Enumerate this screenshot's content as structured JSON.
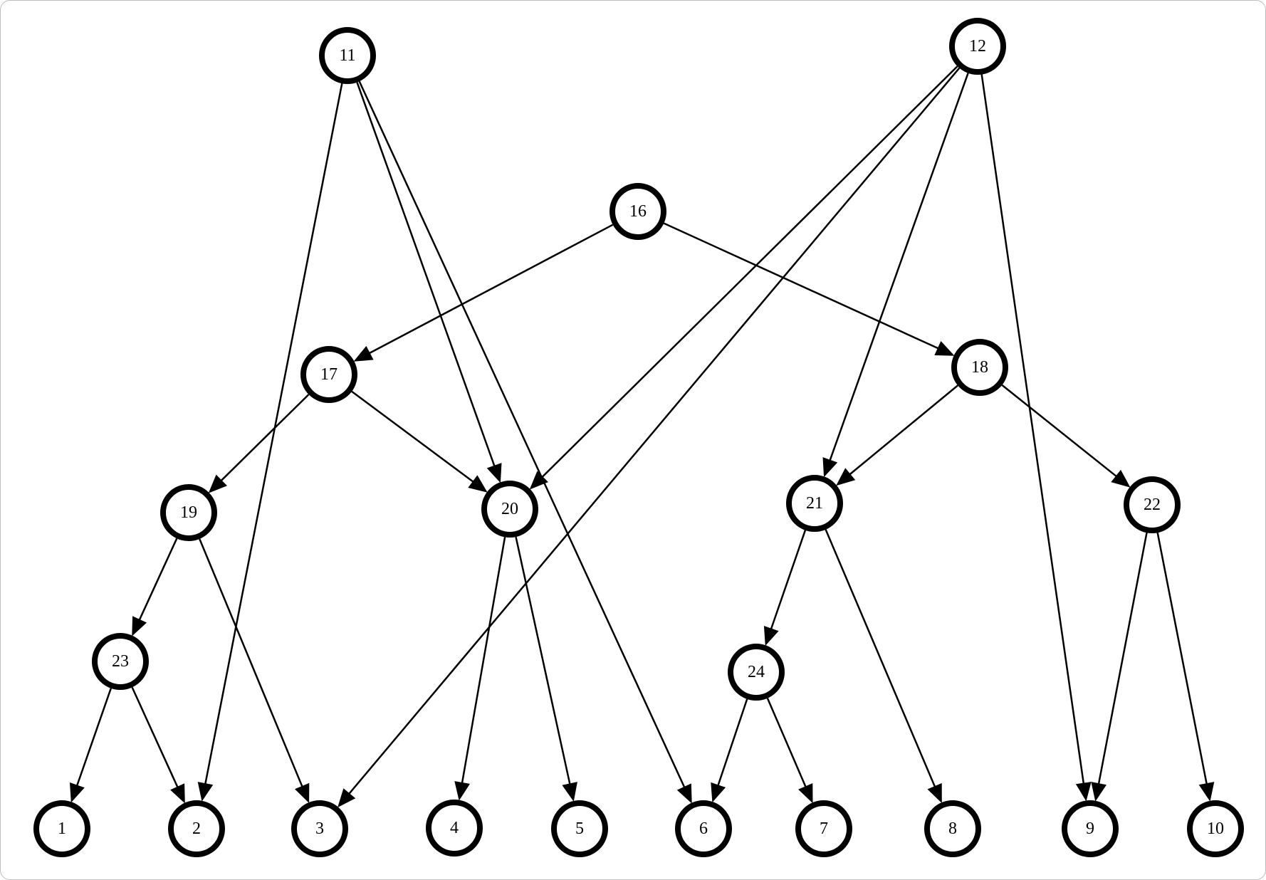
{
  "diagram": {
    "type": "directed-graph",
    "colors": {
      "background": "#ffffff",
      "node_stroke": "#000000",
      "node_fill": "#ffffff",
      "edge": "#000000"
    },
    "nodes": [
      {
        "id": "n1",
        "label": "1"
      },
      {
        "id": "n2",
        "label": "2"
      },
      {
        "id": "n3",
        "label": "3"
      },
      {
        "id": "n4",
        "label": "4"
      },
      {
        "id": "n5",
        "label": "5"
      },
      {
        "id": "n6",
        "label": "6"
      },
      {
        "id": "n7",
        "label": "7"
      },
      {
        "id": "n8",
        "label": "8"
      },
      {
        "id": "n9",
        "label": "9"
      },
      {
        "id": "n10",
        "label": "10"
      },
      {
        "id": "n11",
        "label": "11"
      },
      {
        "id": "n12",
        "label": "12"
      },
      {
        "id": "n16",
        "label": "16"
      },
      {
        "id": "n17",
        "label": "17"
      },
      {
        "id": "n18",
        "label": "18"
      },
      {
        "id": "n19",
        "label": "19"
      },
      {
        "id": "n20",
        "label": "20"
      },
      {
        "id": "n21",
        "label": "21"
      },
      {
        "id": "n22",
        "label": "22"
      },
      {
        "id": "n23",
        "label": "23"
      },
      {
        "id": "n24",
        "label": "24"
      }
    ],
    "edges": [
      {
        "from": "n11",
        "to": "n2"
      },
      {
        "from": "n11",
        "to": "n20"
      },
      {
        "from": "n11",
        "to": "n6"
      },
      {
        "from": "n12",
        "to": "n20"
      },
      {
        "from": "n12",
        "to": "n3"
      },
      {
        "from": "n12",
        "to": "n21"
      },
      {
        "from": "n12",
        "to": "n9"
      },
      {
        "from": "n16",
        "to": "n17"
      },
      {
        "from": "n16",
        "to": "n18"
      },
      {
        "from": "n17",
        "to": "n19"
      },
      {
        "from": "n17",
        "to": "n20"
      },
      {
        "from": "n18",
        "to": "n21"
      },
      {
        "from": "n18",
        "to": "n22"
      },
      {
        "from": "n19",
        "to": "n23"
      },
      {
        "from": "n19",
        "to": "n3"
      },
      {
        "from": "n20",
        "to": "n4"
      },
      {
        "from": "n20",
        "to": "n5"
      },
      {
        "from": "n21",
        "to": "n24"
      },
      {
        "from": "n21",
        "to": "n8"
      },
      {
        "from": "n22",
        "to": "n9"
      },
      {
        "from": "n22",
        "to": "n10"
      },
      {
        "from": "n23",
        "to": "n1"
      },
      {
        "from": "n23",
        "to": "n2"
      },
      {
        "from": "n24",
        "to": "n6"
      },
      {
        "from": "n24",
        "to": "n7"
      }
    ]
  }
}
